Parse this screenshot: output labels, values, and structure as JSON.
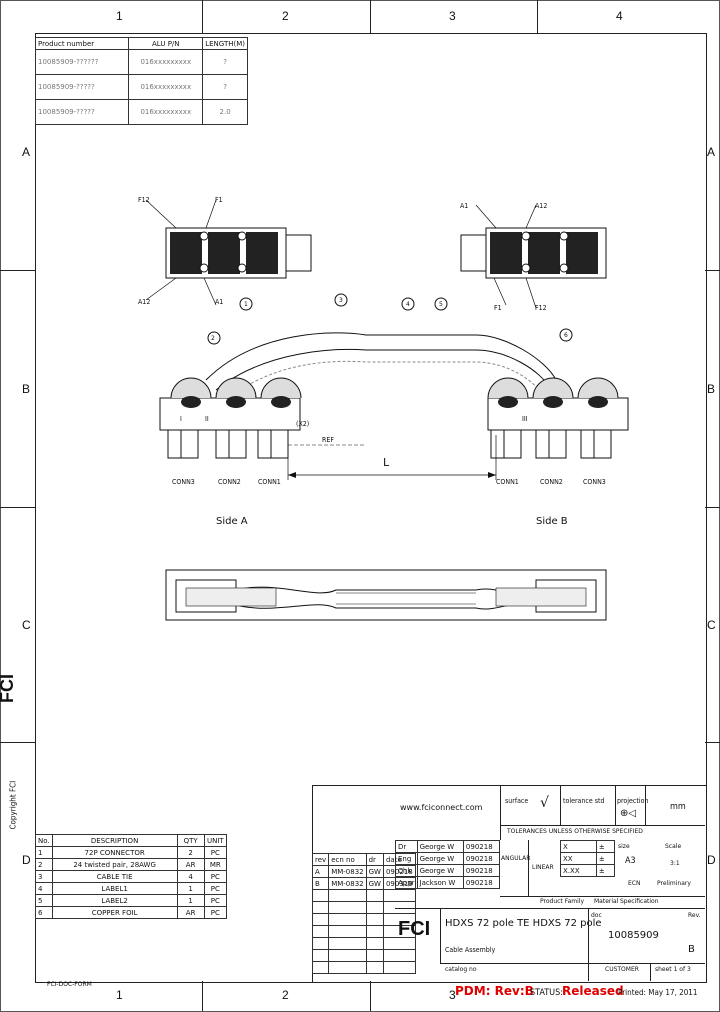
{
  "zones": {
    "columns": [
      "1",
      "2",
      "3",
      "4"
    ],
    "rows": [
      "A",
      "B",
      "C",
      "D"
    ]
  },
  "product_table": {
    "headers": [
      "Product number",
      "ALU P/N",
      "LENGTH(M)"
    ],
    "rows": [
      [
        "10085909-??????",
        "016xxxxxxxxx",
        "?"
      ],
      [
        "10085909-?????",
        "016xxxxxxxxx",
        "?"
      ],
      [
        "10085909-?????",
        "016xxxxxxxxx",
        "2.0"
      ]
    ]
  },
  "drawing": {
    "side_a_label": "Side A",
    "side_b_label": "Side B",
    "conn_a": [
      "CONN3",
      "CONN2",
      "CONN1"
    ],
    "conn_b": [
      "CONN1",
      "CONN2",
      "CONN3"
    ],
    "dim_L": "L",
    "dim_small": "(X2)",
    "ref_label": "REF",
    "pin_labels_a": [
      "F12",
      "F1",
      "A12",
      "A1"
    ],
    "pin_labels_b": [
      "A1",
      "A12",
      "F1",
      "F12"
    ],
    "balloons": [
      "1",
      "2",
      "3",
      "4",
      "5",
      "6"
    ],
    "roman": [
      "I",
      "II",
      "III"
    ]
  },
  "copyright": "Copyright FCI",
  "logo_text": "FCI",
  "bom": {
    "headers": [
      "No.",
      "DESCRIPTION",
      "QTY",
      "UNIT"
    ],
    "rows": [
      [
        "1",
        "72P CONNECTOR",
        "2",
        "PC"
      ],
      [
        "2",
        "24 twisted pair, 28AWG",
        "AR",
        "MR"
      ],
      [
        "3",
        "CABLE TIE",
        "4",
        "PC"
      ],
      [
        "4",
        "LABEL1",
        "1",
        "PC"
      ],
      [
        "5",
        "LABEL2",
        "1",
        "PC"
      ],
      [
        "6",
        "COPPER FOIL",
        "AR",
        "PC"
      ]
    ],
    "footnote": "FCI-DOC-FORM"
  },
  "title_block": {
    "website": "www.fciconnect.com",
    "surface": "surface",
    "tolerance_std": "tolerance std",
    "projection": "projection",
    "unit": "mm",
    "tolerance_note": "TOLERANCES UNLESS OTHERWISE SPECIFIED",
    "angular": "ANGULAR",
    "linear": "LINEAR",
    "people": [
      [
        "Dr",
        "George W",
        "090218"
      ],
      [
        "Eng",
        "George W",
        "090218"
      ],
      [
        "Chk",
        "George W",
        "090218"
      ],
      [
        "Appr",
        "Jackson W",
        "090218"
      ]
    ],
    "rev_headers": [
      "rev",
      "ecn no",
      "dr",
      "date"
    ],
    "revs": [
      [
        "A",
        "MM-0832",
        "GW",
        "090218"
      ],
      [
        "B",
        "MM-0832",
        "GW",
        "090319"
      ]
    ],
    "tol_rows": [
      [
        "X",
        "±"
      ],
      [
        "XX",
        "±"
      ],
      [
        "X.XX",
        "±"
      ]
    ],
    "size_label": "size",
    "size_value": "A3",
    "scale_label": "Scale",
    "scale_value": "3:1",
    "ecn": "ECN",
    "preliminary": "Preliminary",
    "product_family": "Product Family",
    "material": "Material",
    "specification": "Specification",
    "title_line1": "HDXS 72 pole TE HDXS 72 pole",
    "title_line2": "Cable Assembly",
    "catalog": "catalog no",
    "doc_label": "doc",
    "rev_label": "Rev.",
    "doc_number": "10085909",
    "rev_value": "B",
    "customer": "CUSTOMER",
    "sheet": "sheet 1 of 3",
    "pdm": "PDM: Rev:B",
    "status_label": "STATUS:",
    "status_value": "Released",
    "printed": "Printed: May 17, 2011"
  },
  "colors": {
    "status_red": "#e00000"
  }
}
